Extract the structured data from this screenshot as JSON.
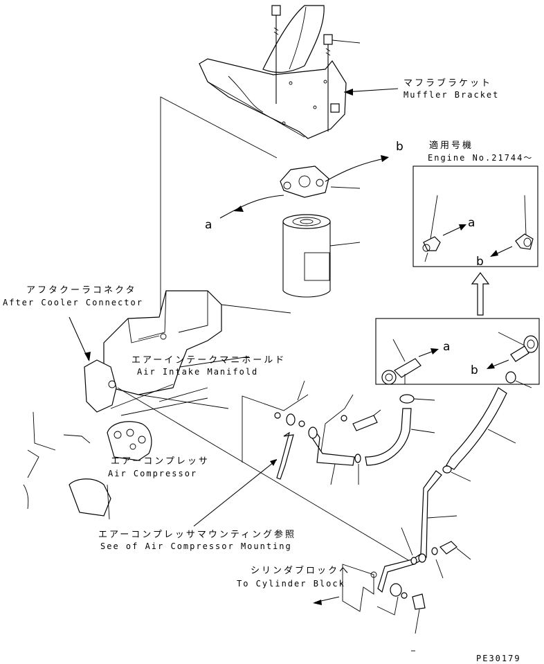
{
  "labels": {
    "muffler_bracket_jp": "マフラブラケット",
    "muffler_bracket_en": "Muffler Bracket",
    "serial_jp": "適用号機",
    "serial_en": "Engine No.21744～",
    "aftercooler_jp": "アフタクーラコネクタ",
    "aftercooler_en": "After Cooler Connector",
    "intake_jp": "エアーインテークマニホールド",
    "intake_en": "Air Intake Manifold",
    "compressor_jp": "エアーコンプレッサ",
    "compressor_en": "Air Compressor",
    "mounting_jp": "エアーコンプレッサマウンティング参照",
    "mounting_en": "See of Air Compressor Mounting",
    "cylinder_jp": "シリンダブロックへ",
    "cylinder_en": "To Cylinder Block",
    "callout_a": "a",
    "callout_b": "b",
    "drawing_no": "PE30179"
  }
}
